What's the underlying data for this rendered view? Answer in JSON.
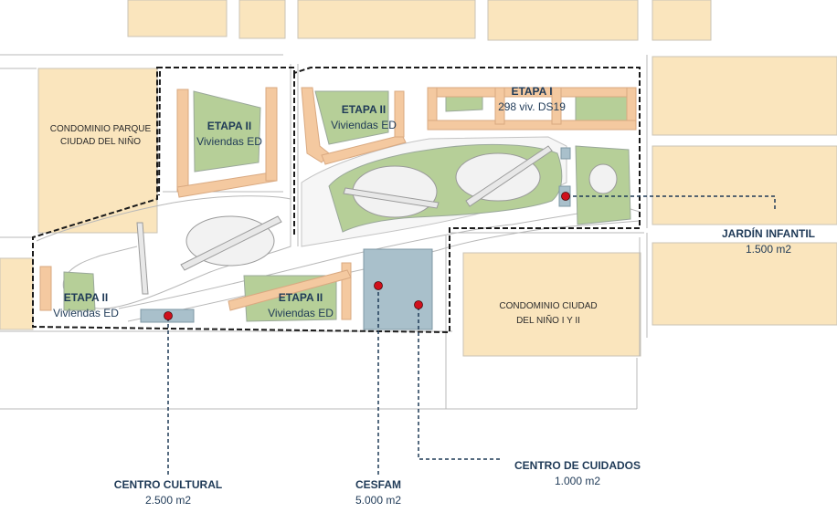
{
  "colors": {
    "block": "#fae5bd",
    "block_stroke": "#c9c3b6",
    "green": "#b6cf98",
    "green_stroke": "#9aa89a",
    "hatch": "#f4c9a0",
    "facility": "#a9c0cb",
    "road": "#f2f2f2",
    "dot": "#d0101c",
    "label": "#1f3a57"
  },
  "etapas": [
    {
      "title": "ETAPA I",
      "sub": "298 viv. DS19"
    },
    {
      "title": "ETAPA II",
      "sub": "Viviendas ED"
    },
    {
      "title": "ETAPA II",
      "sub": "Viviendas ED"
    },
    {
      "title": "ETAPA II",
      "sub": "Viviendas ED"
    },
    {
      "title": "ETAPA II",
      "sub": "Viviendas ED"
    }
  ],
  "condominios": [
    {
      "line1": "CONDOMINIO PARQUE",
      "line2": "CIUDAD DEL NIÑO"
    },
    {
      "line1": "CONDOMINIO CIUDAD",
      "line2": "DEL NIÑO I Y II"
    }
  ],
  "facilities": [
    {
      "name": "JARDÍN INFANTIL",
      "area": "1.500 m2"
    },
    {
      "name": "CENTRO CULTURAL",
      "area": "2.500 m2"
    },
    {
      "name": "CESFAM",
      "area": "5.000 m2"
    },
    {
      "name": "CENTRO DE CUIDADOS",
      "area": "1.000 m2"
    }
  ]
}
